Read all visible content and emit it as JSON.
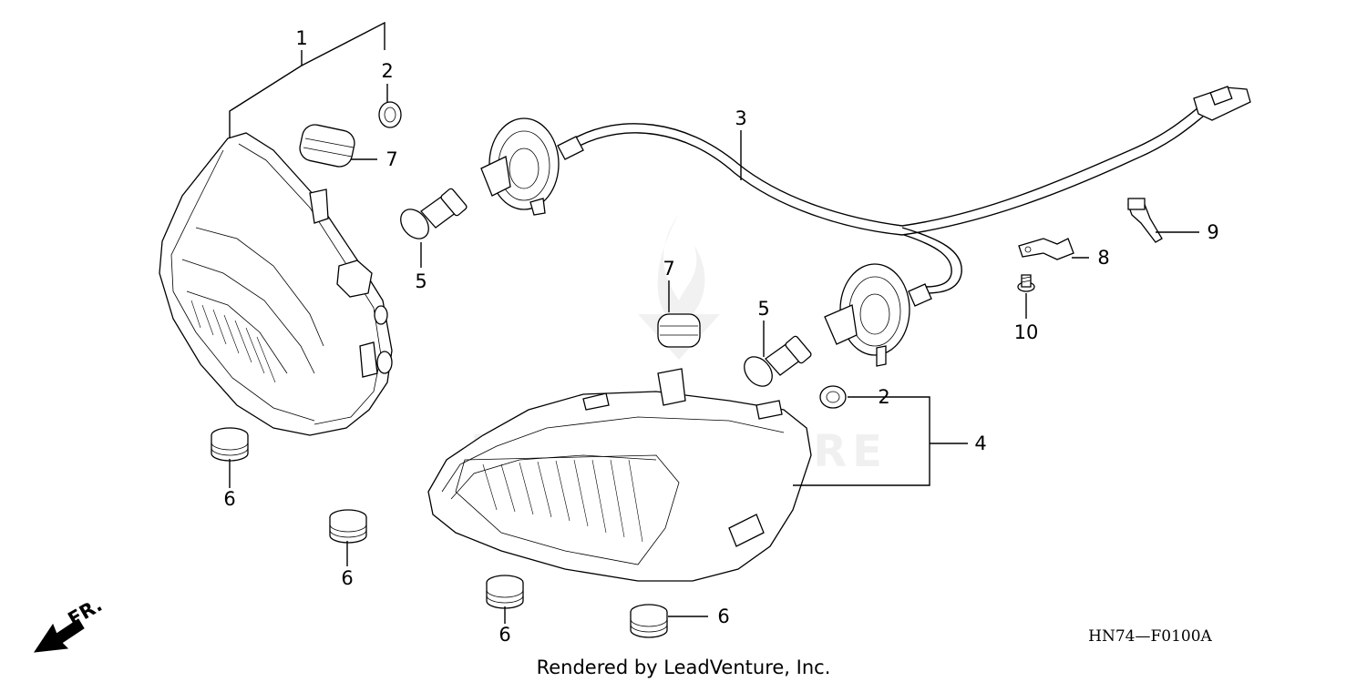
{
  "diagram": {
    "callouts": {
      "c1": "1",
      "c2a": "2",
      "c2b": "2",
      "c3": "3",
      "c4": "4",
      "c5a": "5",
      "c5b": "5",
      "c6a": "6",
      "c6b": "6",
      "c6c": "6",
      "c6d": "6",
      "c7a": "7",
      "c7b": "7",
      "c8": "8",
      "c9": "9",
      "c10": "10"
    },
    "direction_label": "FR.",
    "diagram_code": "HN74—F0100A",
    "credit": "Rendered by LeadVenture, Inc.",
    "watermark": "LEADVENTURE"
  }
}
